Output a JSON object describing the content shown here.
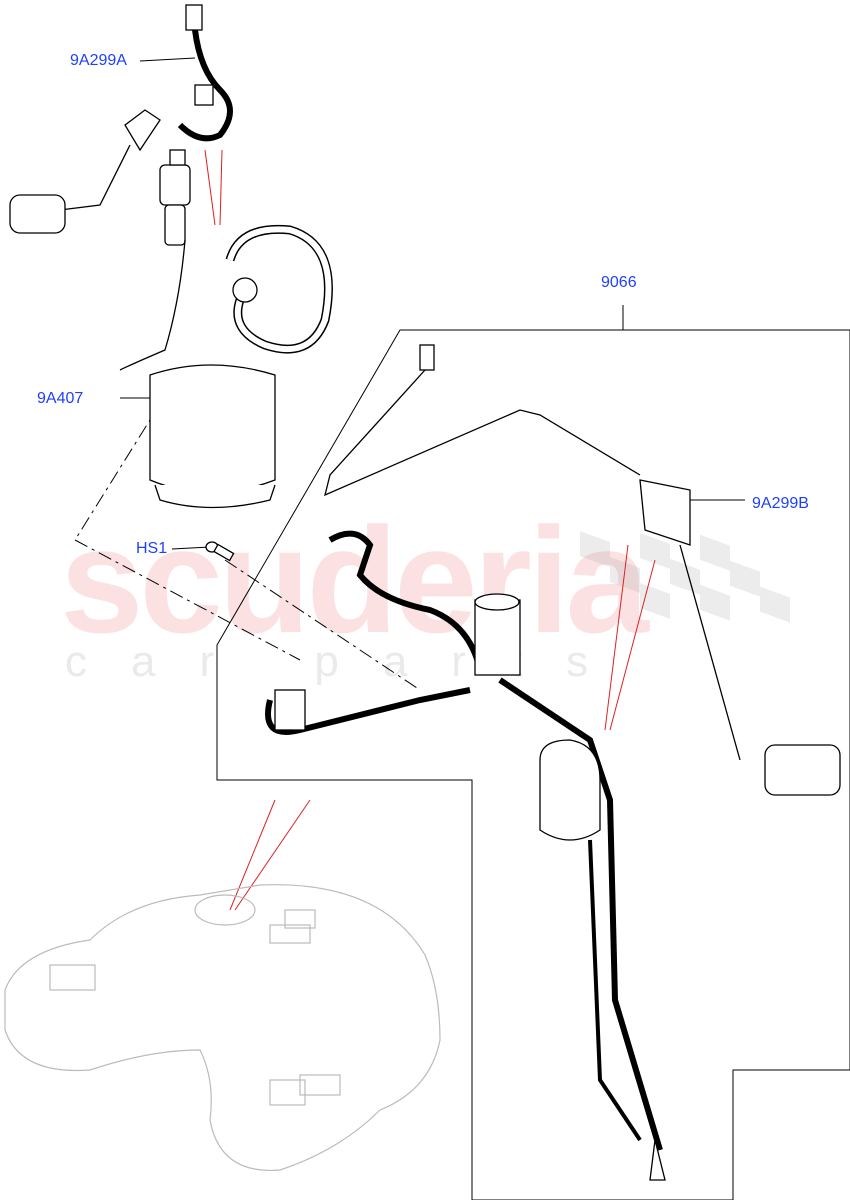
{
  "watermark": {
    "brand": "scuderia",
    "sub": "car parts"
  },
  "callouts": [
    {
      "id": "9A299A",
      "label": "9A299A"
    },
    {
      "id": "9A407",
      "label": "9A407"
    },
    {
      "id": "HS1",
      "label": "HS1"
    },
    {
      "id": "9066",
      "label": "9066"
    },
    {
      "id": "9A299B",
      "label": "9A299B"
    }
  ],
  "colors": {
    "label": "#1f3fff",
    "reference_line": "#e02020",
    "line": "#000000",
    "watermark": "#eb787d"
  }
}
